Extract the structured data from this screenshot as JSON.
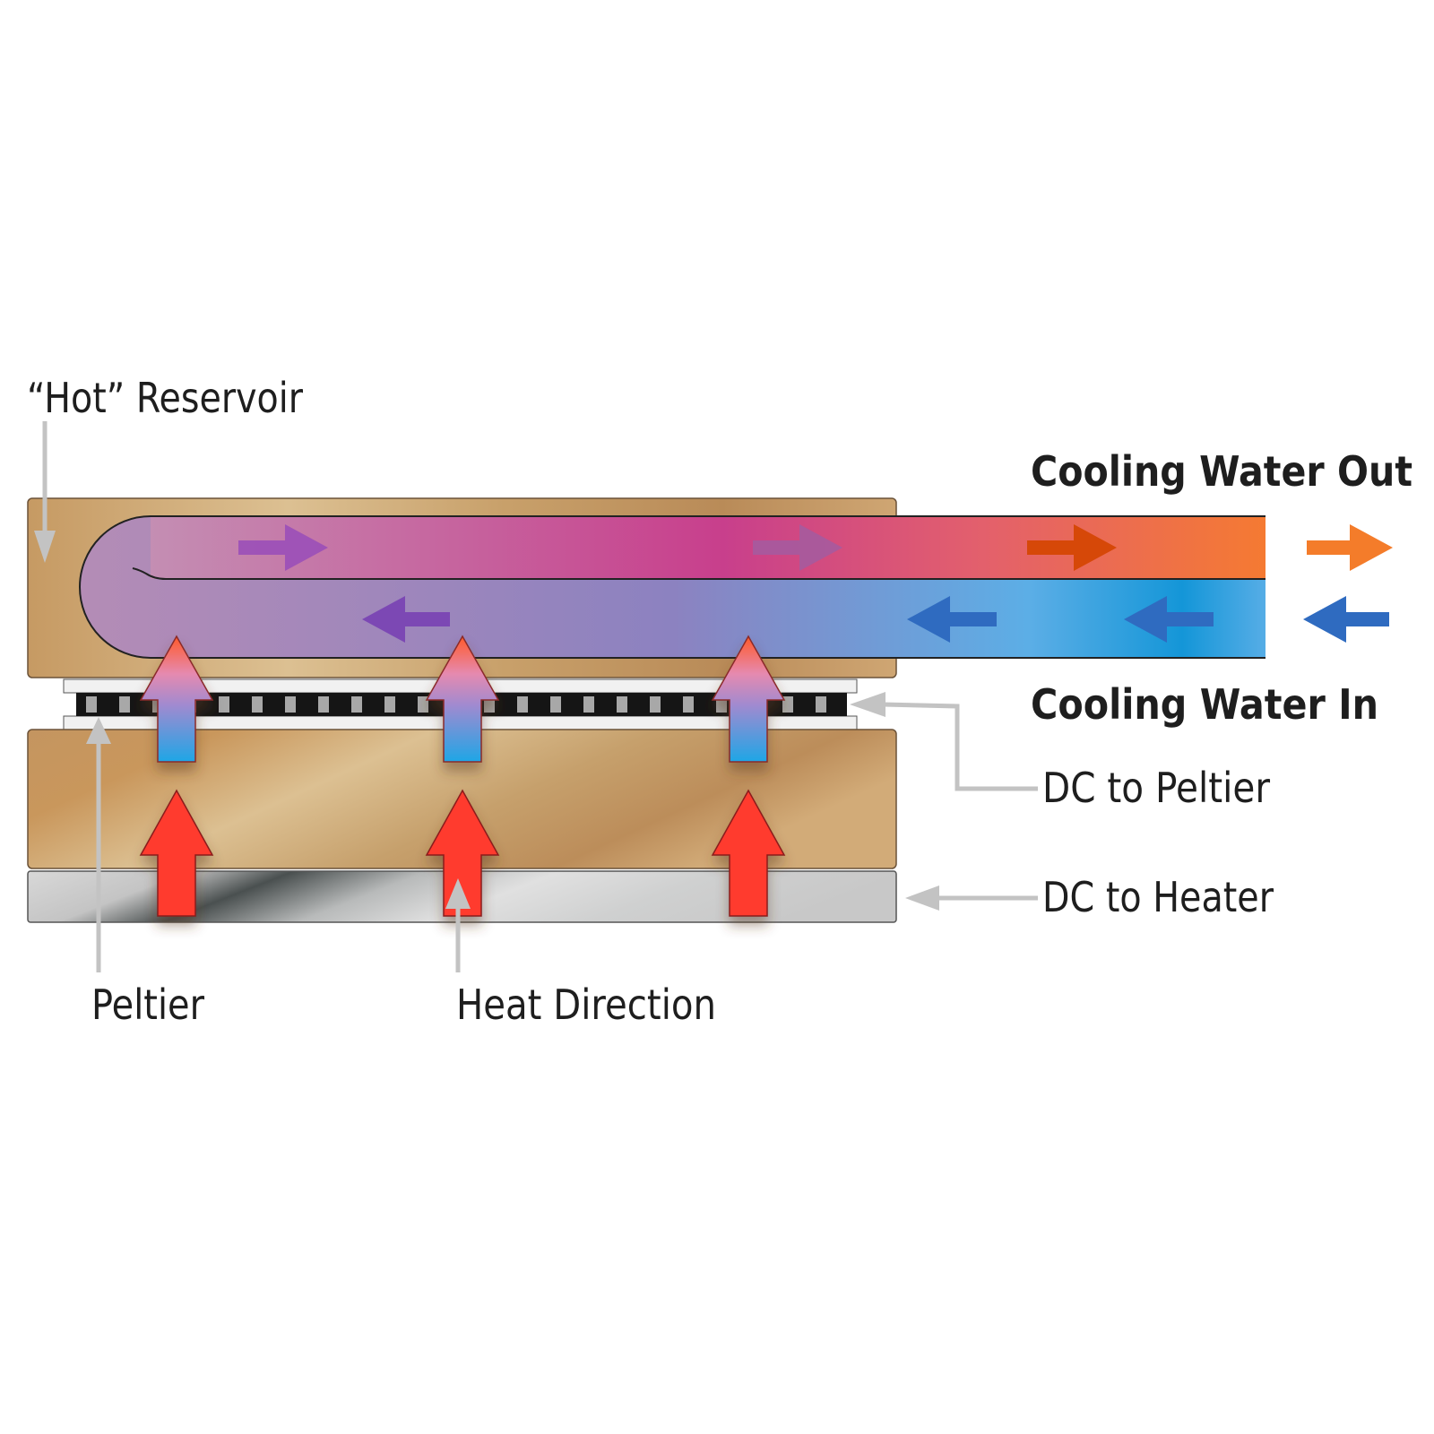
{
  "labels": {
    "hot_reservoir": "“Hot” Reservoir",
    "cooling_water_out": "Cooling Water Out",
    "cooling_water_in": "Cooling Water In",
    "dc_to_peltier": "DC to Peltier",
    "dc_to_heater": "DC to Heater",
    "peltier": "Peltier",
    "heat_direction": "Heat Direction"
  },
  "colors": {
    "copper_light": "#d9bd8c",
    "copper_dark": "#c08f57",
    "heat_arrow": "#ff3b2f",
    "flow_out_start": "#c490b4",
    "flow_out_mid": "#c83f8c",
    "flow_out_end": "#f57a32",
    "flow_in_start": "#b48cb6",
    "flow_in_mid": "#8c82c0",
    "flow_in_end": "#56ade6",
    "out_arrow": "#f47c2a",
    "in_arrow": "#2f6bc0",
    "pointer_gray": "#c3c3c3"
  }
}
